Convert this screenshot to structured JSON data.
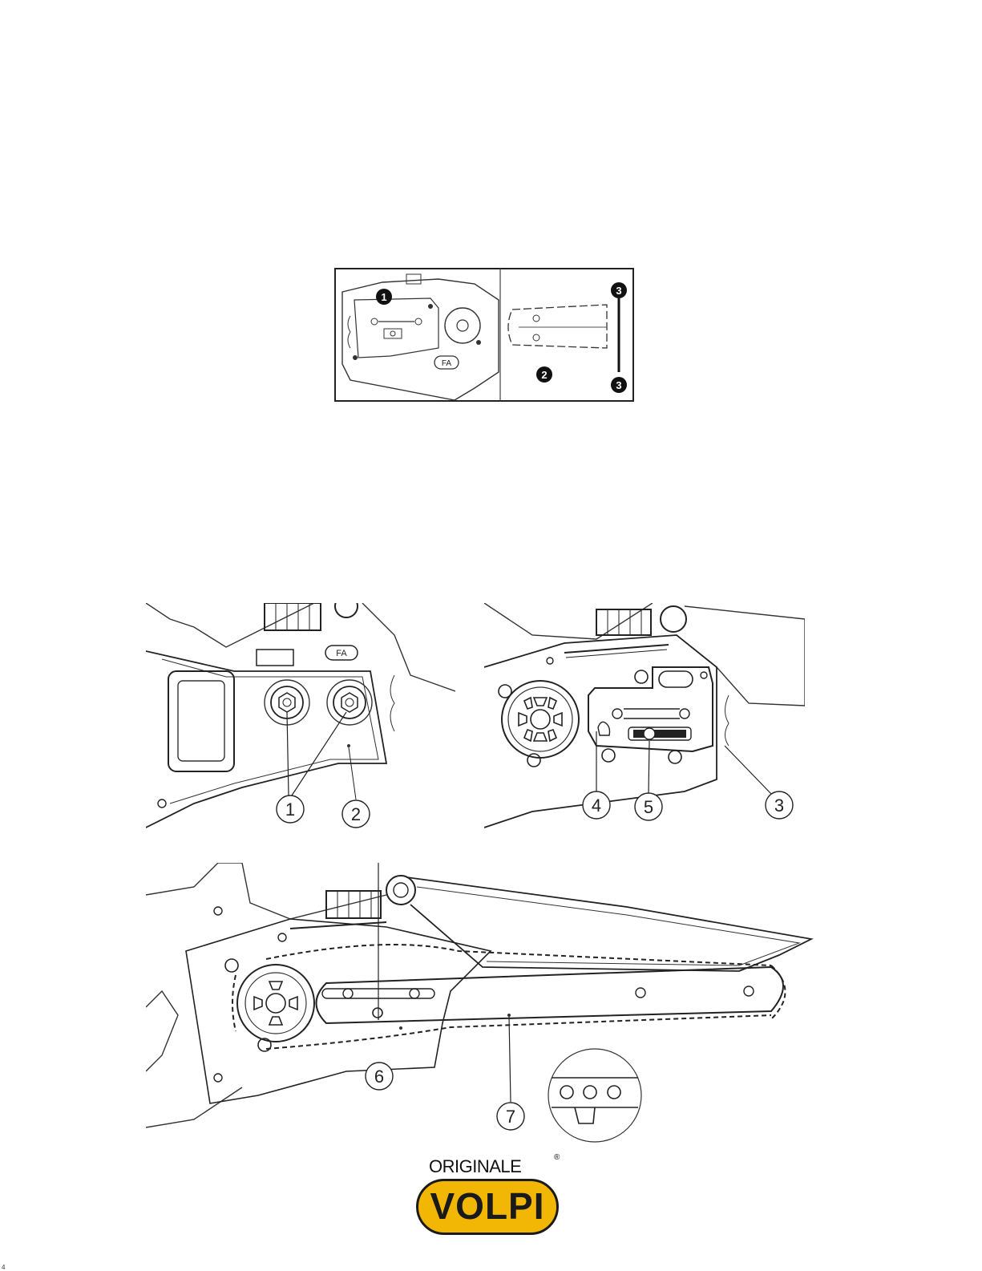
{
  "figures": {
    "small_figure": {
      "callouts": [
        "1",
        "2",
        "3",
        "3"
      ],
      "plate_text": "FA"
    },
    "top_left": {
      "callouts": [
        "1",
        "2"
      ],
      "plate_text": "FA"
    },
    "top_right": {
      "callouts": [
        "4",
        "5",
        "3"
      ]
    },
    "bottom": {
      "callouts": [
        "6",
        "7"
      ]
    }
  },
  "logo": {
    "top_text": "ORIGINALE",
    "registered": "®",
    "main_text": "VOLPI"
  },
  "page_number": "4"
}
